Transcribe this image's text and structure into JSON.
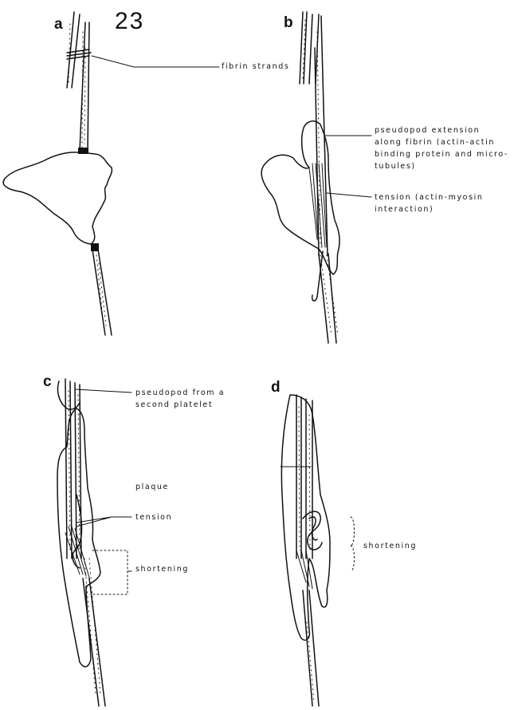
{
  "figure_number": "23",
  "panels": {
    "a": {
      "letter": "a",
      "fibrin_label": "fibrin strands"
    },
    "b": {
      "letter": "b",
      "pseudopod_label": [
        "pseudopod extension",
        "along fibrin (actin-actin",
        "binding protein and micro-",
        "tubules)"
      ],
      "tension_label": [
        "tension (actin-myosin",
        "interaction)"
      ]
    },
    "c": {
      "letter": "c",
      "second_platelet_label": [
        "pseudopod from a",
        "second platelet"
      ],
      "plaque_label": "plaque",
      "tension_label": "tension",
      "shortening_label": "shortening"
    },
    "d": {
      "letter": "d",
      "shortening_label": "shortening"
    }
  }
}
